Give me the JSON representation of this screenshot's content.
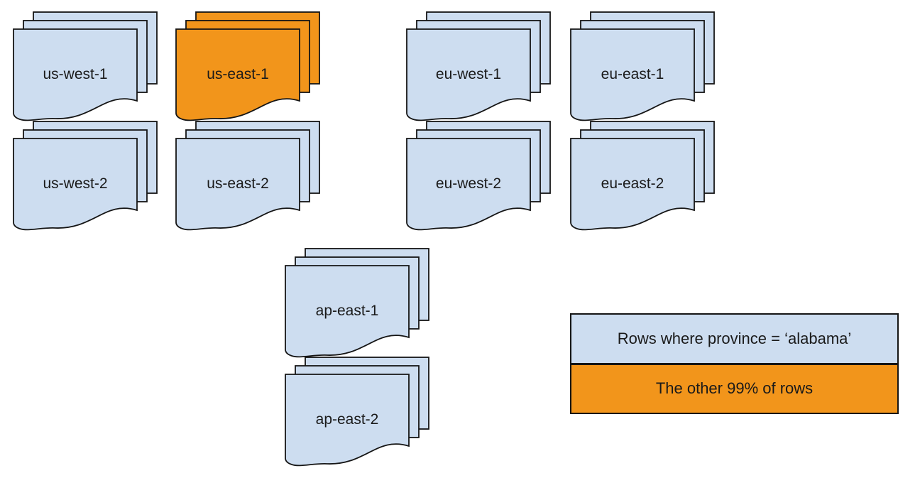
{
  "colors": {
    "document_fill": "#cdddf0",
    "highlight_fill": "#f2951b",
    "outline": "#151515",
    "text": "#1a1a1a",
    "background": "#ffffff"
  },
  "regions": [
    {
      "label": "us-west-1",
      "highlighted": false
    },
    {
      "label": "us-east-1",
      "highlighted": true
    },
    {
      "label": "eu-west-1",
      "highlighted": false
    },
    {
      "label": "eu-east-1",
      "highlighted": false
    },
    {
      "label": "us-west-2",
      "highlighted": false
    },
    {
      "label": "us-east-2",
      "highlighted": false
    },
    {
      "label": "eu-west-2",
      "highlighted": false
    },
    {
      "label": "eu-east-2",
      "highlighted": false
    },
    {
      "label": "ap-east-1",
      "highlighted": false
    },
    {
      "label": "ap-east-2",
      "highlighted": false
    }
  ],
  "legend": {
    "items": [
      {
        "label": "Rows where province = ‘alabama’",
        "color": "#cdddf0"
      },
      {
        "label": "The other 99% of rows",
        "color": "#f2951b"
      }
    ]
  }
}
